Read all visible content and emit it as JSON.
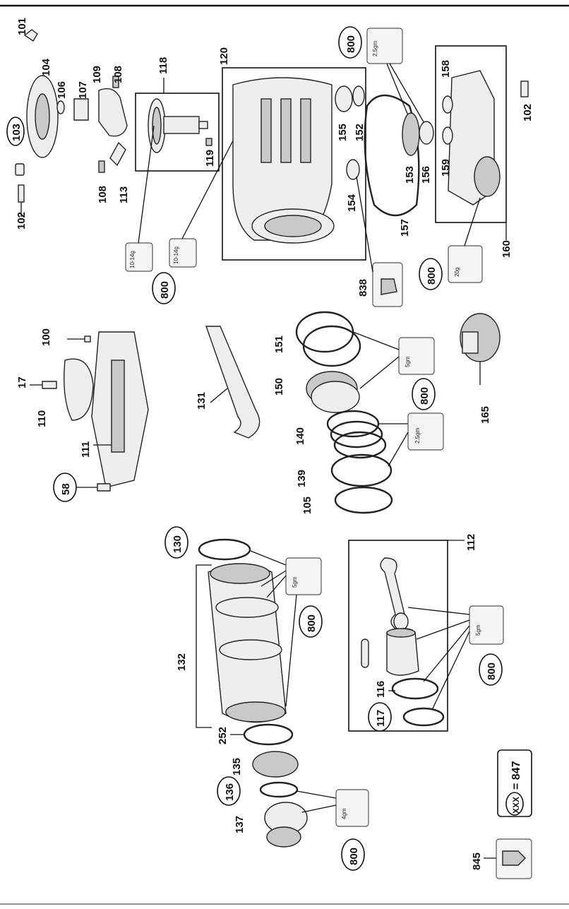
{
  "diagram": {
    "labels": {
      "p101": "101",
      "p104": "104",
      "p106": "106",
      "p107": "107",
      "p109": "109",
      "p108a": "108",
      "p103": "103",
      "p102a": "102",
      "p108b": "108",
      "p113": "113",
      "p118": "118",
      "p119": "119",
      "p120": "120",
      "p155": "155",
      "p152": "152",
      "p154": "154",
      "p800a": "800",
      "p153": "153",
      "p156": "156",
      "p157": "157",
      "p158": "158",
      "p159": "159",
      "p102b": "102",
      "p160": "160",
      "p800b": "800",
      "p838": "838",
      "p800c": "800",
      "p100": "100",
      "p17": "17",
      "p110": "110",
      "p111": "111",
      "p58": "58",
      "p131": "131",
      "p151": "151",
      "p150": "150",
      "p140": "140",
      "p139": "139",
      "p105": "105",
      "p800d": "800",
      "p165": "165",
      "p130": "130",
      "p132": "132",
      "p800e": "800",
      "p112": "112",
      "p252": "252",
      "p116": "116",
      "p117": "117",
      "p800f": "800",
      "p135": "135",
      "p136": "136",
      "p137": "137",
      "p800g": "800",
      "p845": "845"
    },
    "grease": {
      "g_2_5gm_a": "2.5gm",
      "g_10_14g_a": "10-14g",
      "g_10_14g_b": "10-14g",
      "g_20g": "20g",
      "g_5gm_a": "5gm",
      "g_2_5gm_b": "2.5gm",
      "g_5gm_b": "5gm",
      "g_5gm_c": "5gm",
      "g_4gm": "4gm"
    },
    "legend": {
      "symbol": "XXX",
      "equals": "= 847"
    }
  }
}
